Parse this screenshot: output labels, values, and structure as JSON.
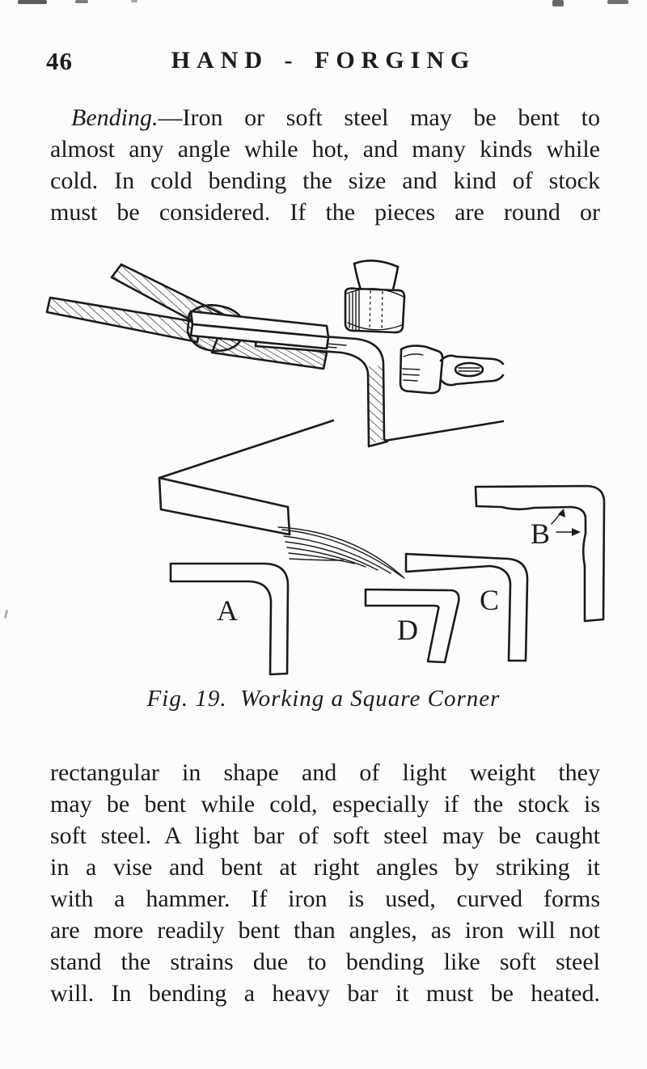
{
  "page": {
    "number": "46",
    "running_header": "HAND - FORGING"
  },
  "para1": {
    "lead_italic": "Bending.",
    "line1_rest": "—Iron or soft steel may be bent to",
    "lines": [
      "almost any angle while hot, and many kinds while",
      "cold.  In cold bending the size and kind of stock",
      "must be considered.  If the pieces are round or"
    ]
  },
  "figure": {
    "caption": "Fig. 19.  Working a Square Corner",
    "labels": {
      "a": "A",
      "b": "B",
      "c": "C",
      "d": "D"
    },
    "ink_color": "#1a1a1a",
    "paper_color": "#fcfcfb"
  },
  "para2": {
    "lines": [
      "rectangular in shape and of light weight they",
      "may be bent while cold, especially if the stock is",
      "soft steel.  A light bar of soft steel may be caught",
      "in a vise and bent at right angles by striking it",
      "with a hammer.  If iron is used, curved forms",
      "are more readily bent than angles, as iron will not",
      "stand the strains due to bending like soft steel",
      "will.  In bending a heavy bar it must be heated."
    ]
  }
}
